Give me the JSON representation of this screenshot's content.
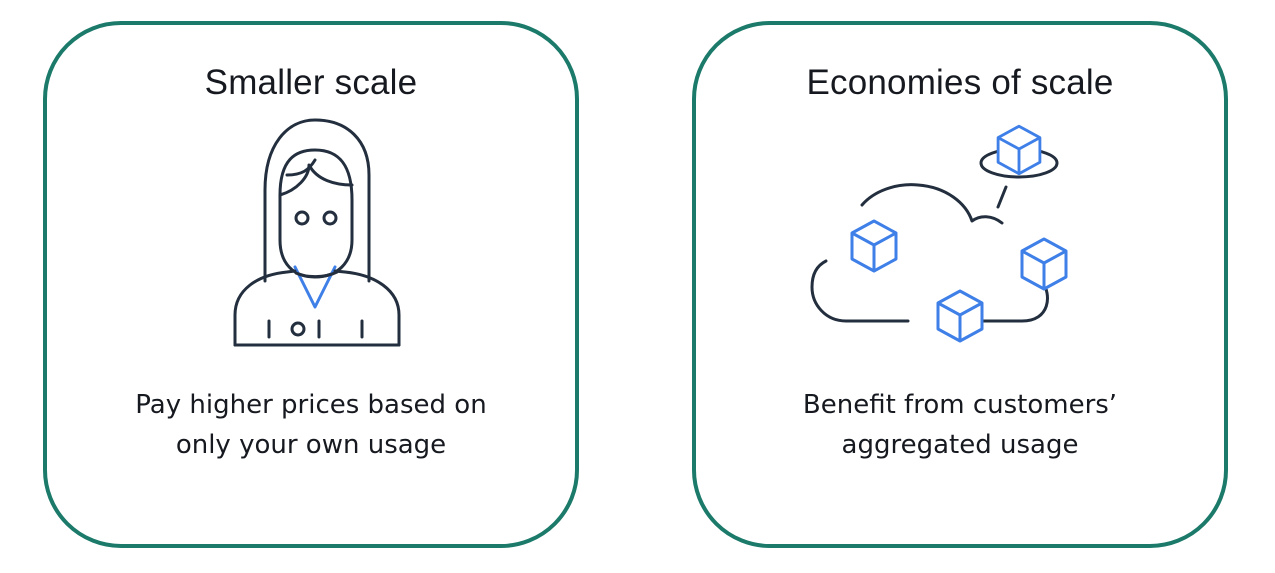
{
  "cards": [
    {
      "title": "Smaller scale",
      "caption_lines": [
        "Pay higher prices based on",
        "only your own usage"
      ],
      "icon": "person-icon"
    },
    {
      "title": "Economies of scale",
      "caption_lines": [
        "Benefit from customers’",
        "aggregated usage"
      ],
      "icon": "cloud-with-cubes-icon"
    }
  ],
  "colors": {
    "border": "#1b7a6a",
    "icon_dark": "#232f3e",
    "icon_accent": "#3f7fe8",
    "text": "#16191f"
  }
}
